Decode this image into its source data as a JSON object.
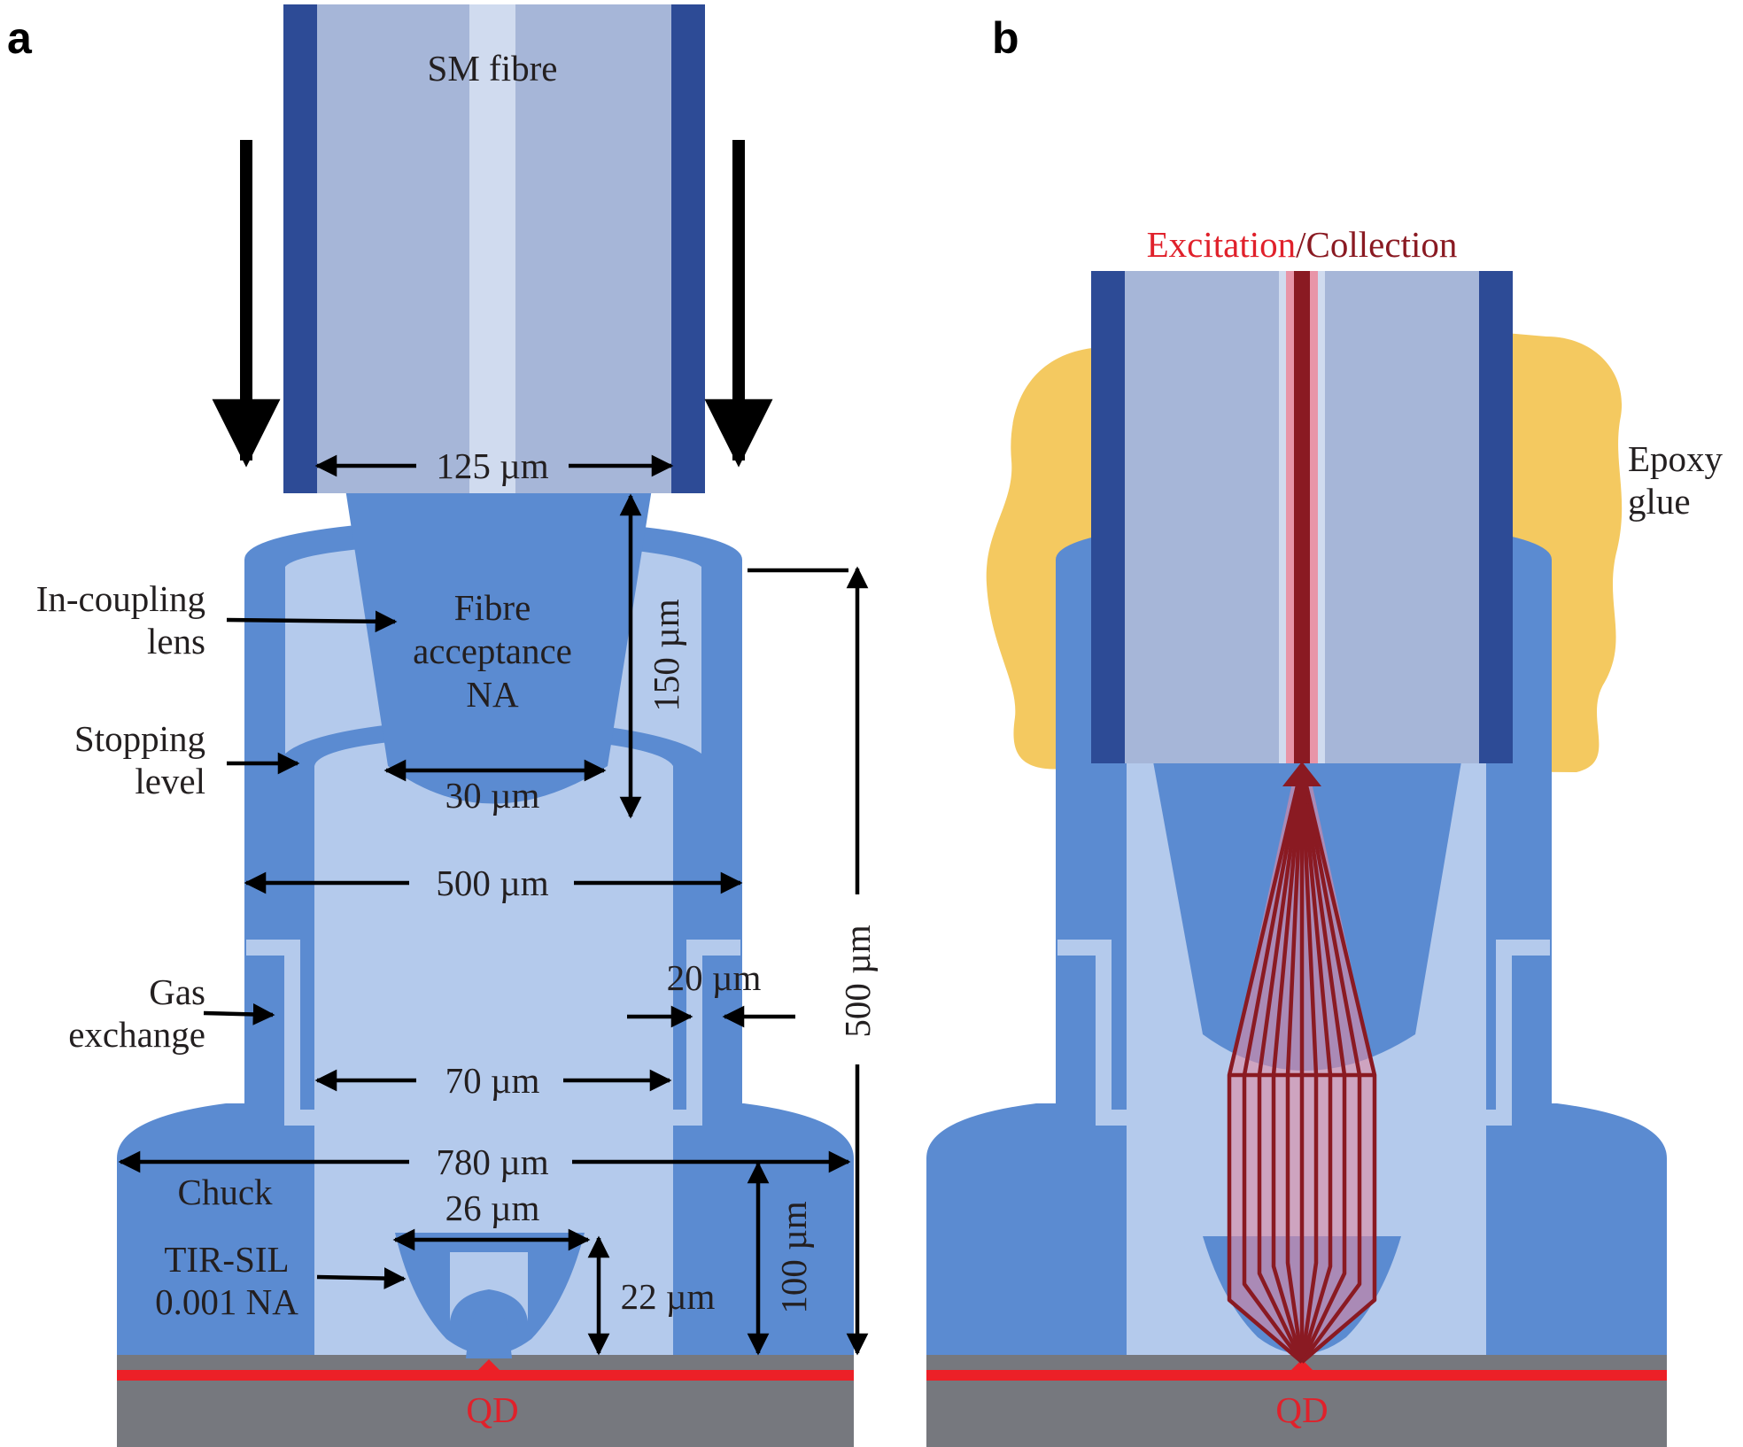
{
  "panels": {
    "a": {
      "letter": "a",
      "labels": {
        "fibre": "SM fibre",
        "fibre_width": "125 µm",
        "acceptance_1": "Fibre",
        "acceptance_2": "acceptance",
        "acceptance_3": "NA",
        "lens_height": "150 µm",
        "lens_bottom": "30 µm",
        "incoupling_1": "In-coupling",
        "incoupling_2": "lens",
        "stopping_1": "Stopping",
        "stopping_2": "level",
        "width_500": "500 µm",
        "height_500": "500 µm",
        "gas_1": "Gas",
        "gas_2": "exchange",
        "gap_20": "20 µm",
        "width_70": "70 µm",
        "width_780": "780 µm",
        "chuck": "Chuck",
        "sil_width": "26 µm",
        "sil_1": "TIR-SIL",
        "sil_2": "0.001 NA",
        "sil_height": "22 µm",
        "height_100": "100 µm",
        "qd": "QD"
      }
    },
    "b": {
      "letter": "b",
      "labels": {
        "excitation": "Excitation",
        "slash": "/",
        "collection": "Collection",
        "epoxy_1": "Epoxy",
        "epoxy_2": "glue",
        "qd": "QD"
      }
    }
  },
  "colors": {
    "fibre_cladding": "#a6b6d8",
    "fibre_jacket": "#2d4b96",
    "fibre_core": "#d0dbef",
    "body_blue": "#5b8bd1",
    "light_blue": "#b4caec",
    "epoxy": "#f4c960",
    "substrate": "#76787e",
    "qd_layer": "#ec2027",
    "beam": "#8a1a22",
    "excitation_text": "#e0212b",
    "collection_text": "#8a1a22"
  }
}
